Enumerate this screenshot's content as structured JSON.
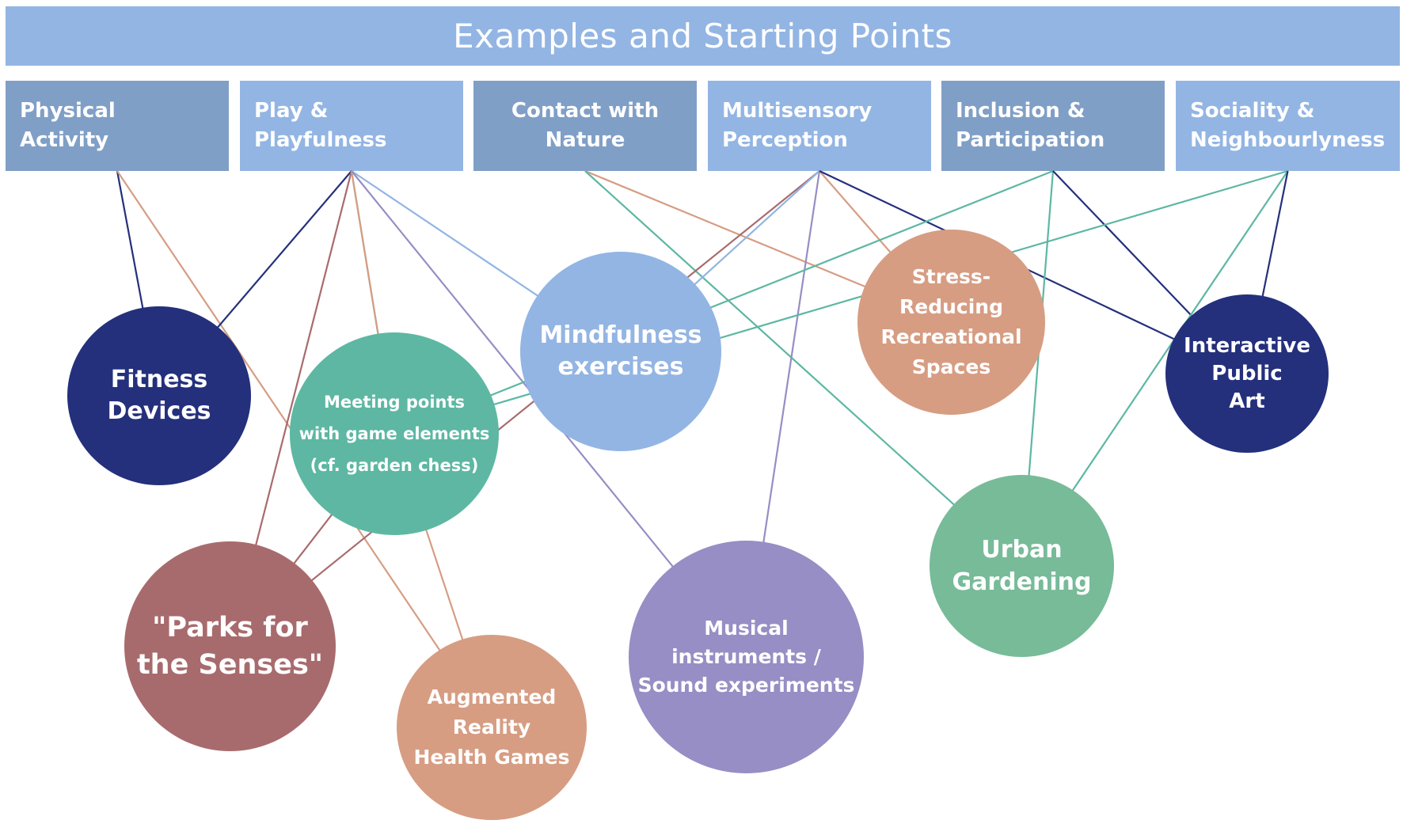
{
  "title": "Examples and Starting Points",
  "categories": [
    {
      "id": "physical",
      "label": "Physical\nActivity"
    },
    {
      "id": "play",
      "label": "Play &\nPlayfulness"
    },
    {
      "id": "nature",
      "label": "Contact with Nature"
    },
    {
      "id": "multisensory",
      "label": "Multisensory\nPerception"
    },
    {
      "id": "inclusion",
      "label": "Inclusion &\nParticipation"
    },
    {
      "id": "sociality",
      "label": "Sociality &\nNeighbourlyness"
    }
  ],
  "nodes": [
    {
      "id": "fitness",
      "label": "Fitness\nDevices",
      "color": "#24307c"
    },
    {
      "id": "meeting",
      "label": "Meeting points\nwith game elements\n(cf. garden chess)",
      "color": "#5db7a3"
    },
    {
      "id": "mindfulness",
      "label": "Mindfulness\nexercises",
      "color": "#93b5e3"
    },
    {
      "id": "stress",
      "label": "Stress-\nReducing\nRecreational\nSpaces",
      "color": "#d69d83"
    },
    {
      "id": "interactive",
      "label": "Interactive\nPublic\nArt",
      "color": "#24307c"
    },
    {
      "id": "urban",
      "label": "Urban\nGardening",
      "color": "#77bb98"
    },
    {
      "id": "parks",
      "label": "\"Parks for\nthe Senses\"",
      "color": "#a86b6d"
    },
    {
      "id": "ar",
      "label": "Augmented\nReality\nHealth Games",
      "color": "#d69d83"
    },
    {
      "id": "musical",
      "label": "Musical\ninstruments /\nSound experiments",
      "color": "#968ec4"
    }
  ],
  "link_colors": {
    "navy": "#24307c",
    "orange": "#d69d83",
    "green": "#5db7a3",
    "blue": "#93b5e3",
    "purple": "#968ec4",
    "maroon": "#a86b6d"
  },
  "links": [
    {
      "from": "physical",
      "to": "fitness",
      "color": "navy"
    },
    {
      "from": "physical",
      "to": "ar",
      "color": "orange"
    },
    {
      "from": "play",
      "to": "fitness",
      "color": "navy"
    },
    {
      "from": "play",
      "to": "parks",
      "color": "maroon"
    },
    {
      "from": "play",
      "to": "meeting",
      "color": "green"
    },
    {
      "from": "play",
      "to": "meeting",
      "color": "orange"
    },
    {
      "from": "play",
      "to": "mindfulness",
      "color": "blue"
    },
    {
      "from": "play",
      "to": "musical",
      "color": "purple"
    },
    {
      "from": "nature",
      "to": "stress",
      "color": "orange"
    },
    {
      "from": "nature",
      "to": "urban",
      "color": "green"
    },
    {
      "from": "multisensory",
      "to": "parks",
      "color": "maroon"
    },
    {
      "from": "multisensory",
      "to": "mindfulness",
      "color": "blue"
    },
    {
      "from": "multisensory",
      "to": "musical",
      "color": "purple"
    },
    {
      "from": "multisensory",
      "to": "stress",
      "color": "orange"
    },
    {
      "from": "multisensory",
      "to": "interactive",
      "color": "navy"
    },
    {
      "from": "inclusion",
      "to": "meeting",
      "color": "green"
    },
    {
      "from": "inclusion",
      "to": "urban",
      "color": "green"
    },
    {
      "from": "inclusion",
      "to": "interactive",
      "color": "navy"
    },
    {
      "from": "sociality",
      "to": "meeting",
      "color": "green"
    },
    {
      "from": "sociality",
      "to": "urban",
      "color": "green"
    },
    {
      "from": "sociality",
      "to": "interactive",
      "color": "navy"
    },
    {
      "from": "meeting",
      "to": "ar",
      "color": "orange"
    },
    {
      "from": "meeting",
      "to": "parks",
      "color": "maroon"
    }
  ]
}
